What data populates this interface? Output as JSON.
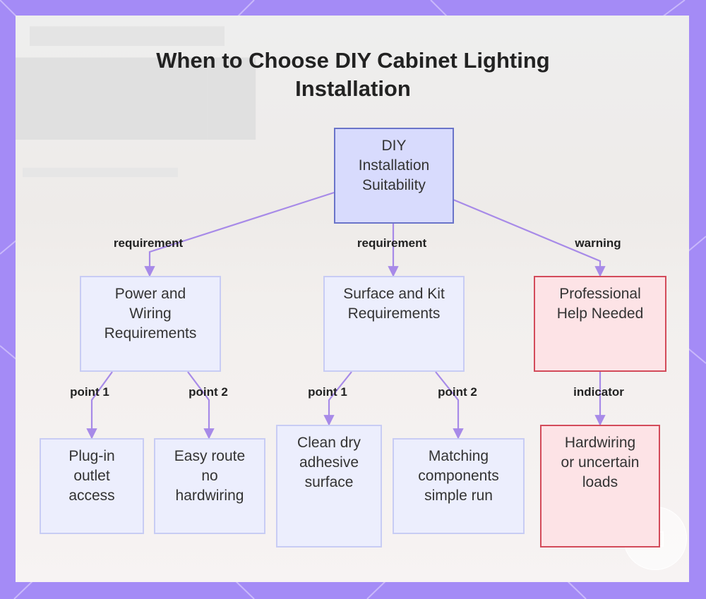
{
  "diagram": {
    "title": "When to Choose DIY Cabinet Lighting Installation",
    "colors": {
      "frame": "#a48bf6",
      "edge": "#a78ae8",
      "node_fill": "#eceefd",
      "node_border": "#c8ccf4",
      "root_fill": "#d8dbfd",
      "root_border": "#6a74c9",
      "warning_fill": "#fde3e6",
      "warning_border": "#d34b5a"
    },
    "nodes": {
      "root": "DIY Installation Suitability",
      "power": "Power and Wiring Requirements",
      "surface": "Surface and Kit Requirements",
      "professional": "Professional Help Needed",
      "plugin": "Plug-in outlet access",
      "easy_route": "Easy route no hardwiring",
      "clean_surface": "Clean dry adhesive surface",
      "matching": "Matching components simple run",
      "hardwiring": "Hardwiring or uncertain loads"
    },
    "edges": {
      "root_power": "requirement",
      "root_surface": "requirement",
      "root_professional": "warning",
      "power_plugin": "point 1",
      "power_easy": "point 2",
      "surface_clean": "point 1",
      "surface_matching": "point 2",
      "professional_hardwiring": "indicator"
    }
  }
}
